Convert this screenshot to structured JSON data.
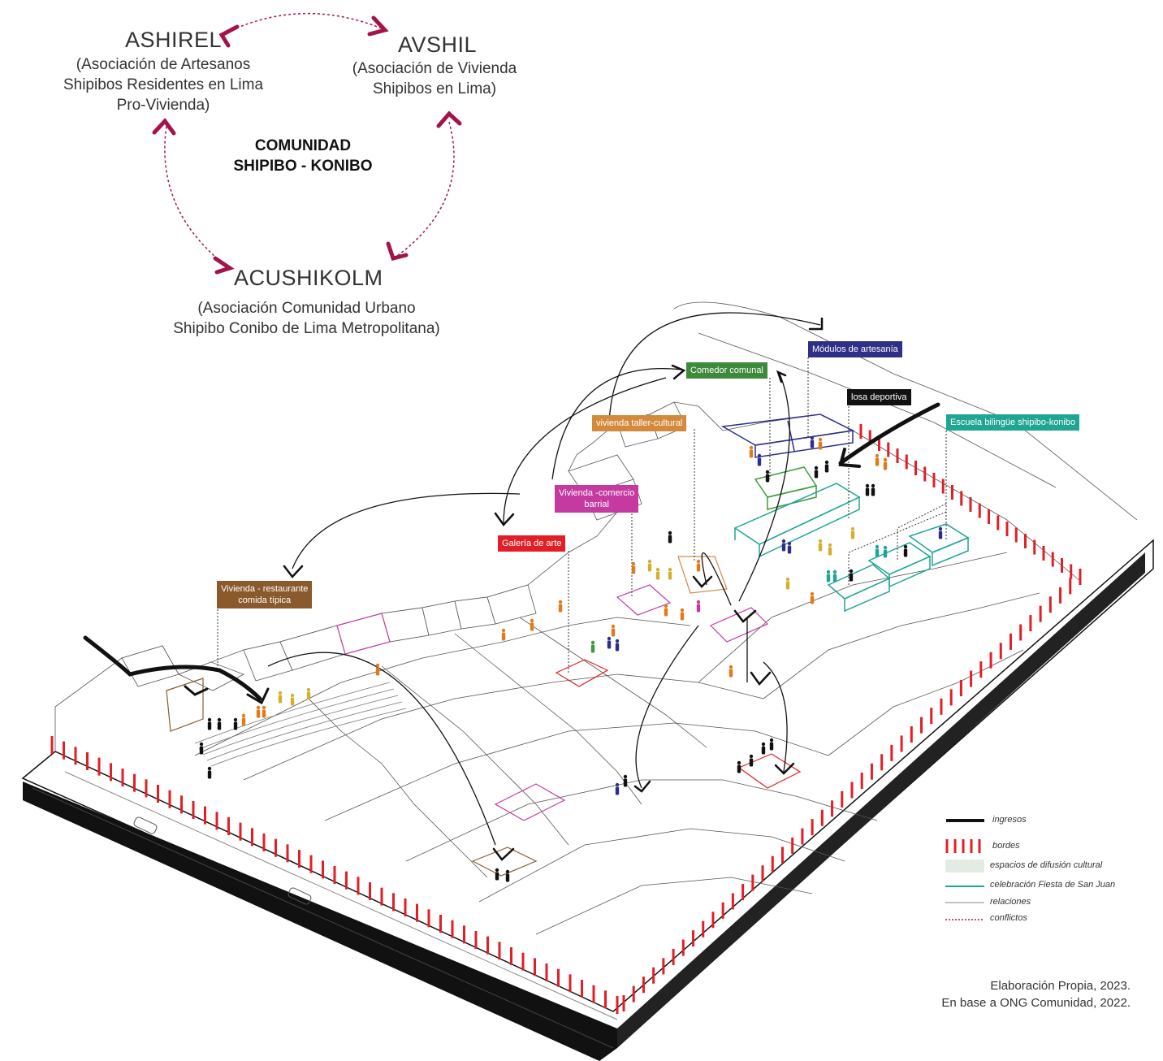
{
  "associations": {
    "ashirel": {
      "name": "ASHIREL",
      "full_lines": [
        "(Asociación de Artesanos",
        "Shipibos Residentes en Lima",
        "Pro-Vivienda)"
      ]
    },
    "avshil": {
      "name": "AVSHIL",
      "full_lines": [
        "(Asociación de Vivienda",
        "Shipibos en Lima)"
      ]
    },
    "acushikolm": {
      "name": "ACUSHIKOLM",
      "full_lines": [
        "(Asociación Comunidad Urbano",
        "Shipibo Conibo de Lima Metropolitana)"
      ]
    },
    "center_lines": [
      "COMUNIDAD",
      "SHIPIBO - KONIBO"
    ]
  },
  "tags": {
    "modulos": {
      "text": "Módulos de artesanía",
      "color": "#2e2f86"
    },
    "comedor": {
      "text": "Comedor comunal",
      "color": "#3c8a3a"
    },
    "losa": {
      "text": "losa deportiva",
      "color": "#111111"
    },
    "escuela": {
      "text": "Escuela bilingüe shipibo-konibo",
      "color": "#1fa594"
    },
    "taller": {
      "text": "vivienda taller-cultural",
      "color": "#d48a3c"
    },
    "comercio_l1": "Vivienda -comercio",
    "comercio_l2": "barrial",
    "comercio_color": "#c43aa0",
    "galeria": {
      "text": "Galería de arte",
      "color": "#e21f26"
    },
    "restaurante_l1": "Vivienda - restaurante",
    "restaurante_l2": "comida típica",
    "restaurante_color": "#8a5a2c"
  },
  "legend": {
    "ingresos": "ingresos",
    "bordes": "bordes",
    "espacios": "espacios de difusión cultural",
    "celebracion": "celebración Fiesta de San Juan",
    "relaciones": "relaciones",
    "conflictos": "conflictos"
  },
  "colors": {
    "arrow_magenta": "#a3154a",
    "border_red": "#e21f26",
    "teal": "#1fa594",
    "green": "#3c9b3a",
    "navy": "#2e2f86",
    "orange": "#e07b1c",
    "magenta": "#c43aa0"
  },
  "credit": {
    "line1": "Elaboración Propia, 2023.",
    "line2": "En base a ONG Comunidad, 2022."
  }
}
